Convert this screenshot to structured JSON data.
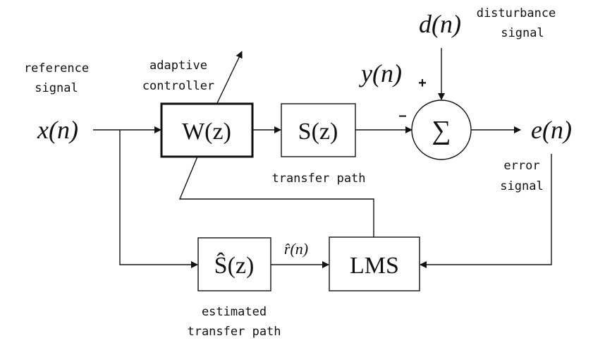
{
  "signals": {
    "x": "x(n)",
    "y": "y(n)",
    "d": "d(n)",
    "e": "e(n)",
    "r_hat": "r̂(n)"
  },
  "blocks": {
    "w": "W(z)",
    "s": "S(z)",
    "s_hat": "Ŝ(z)",
    "lms": "LMS",
    "sum": "∑"
  },
  "signs": {
    "plus": "+",
    "minus": "–"
  },
  "labels": {
    "reference_line1": "reference",
    "reference_line2": "signal",
    "adaptive_line1": "adaptive",
    "adaptive_line2": "controller",
    "disturbance_line1": "disturbance",
    "disturbance_line2": "signal",
    "transfer_path": "transfer path",
    "error_line1": "error",
    "error_line2": "signal",
    "estimated_line1": "estimated",
    "estimated_line2": "transfer path"
  },
  "colors": {
    "stroke": "#111111",
    "background": "#ffffff"
  }
}
